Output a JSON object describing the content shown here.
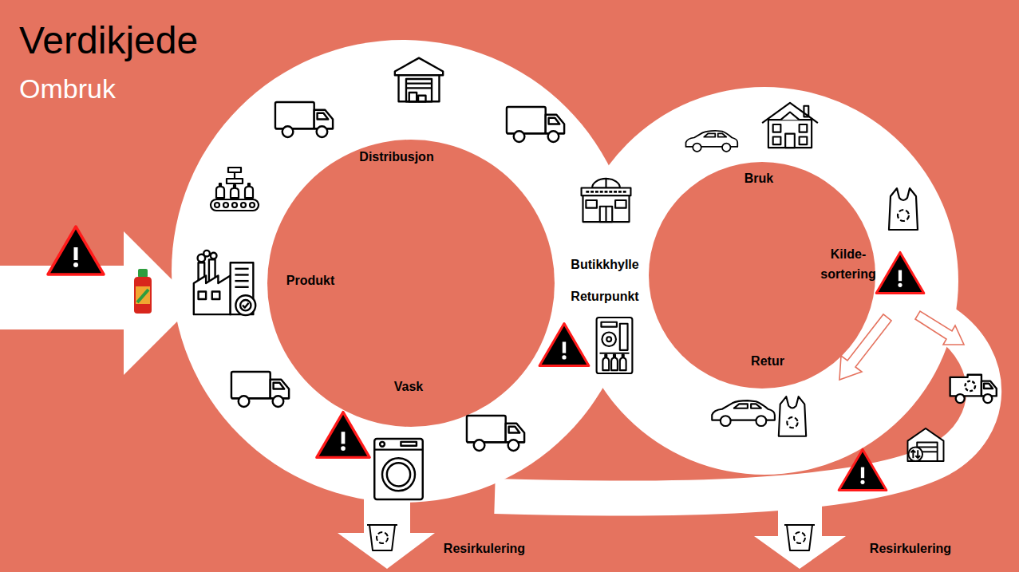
{
  "diagram": {
    "title": "Verdikjede",
    "nodes": [
      {
        "text": [
          "Distribusjon",
          "Produkt",
          "Vask"
        ]
      },
      {
        "text": [
          "Bruk",
          "Kilde- sortering",
          "Retur"
        ]
      }
    ],
    "labels": [
      "Ombruk",
      "Butikkhylle",
      "Returpunkt",
      "Resirkulering",
      "Resirkulering"
    ]
  }
}
